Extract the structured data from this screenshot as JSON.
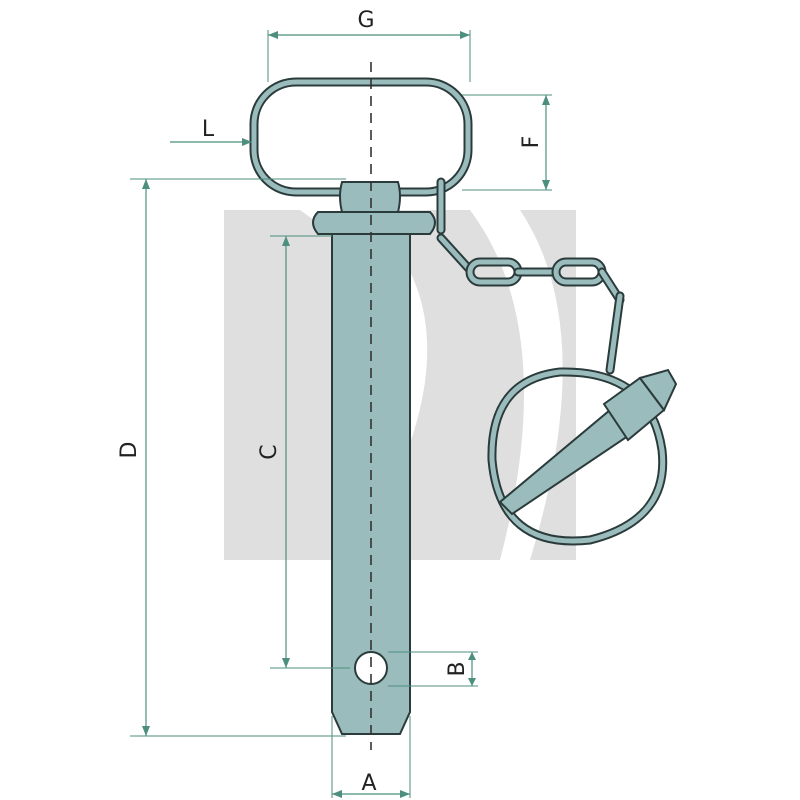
{
  "diagram": {
    "labels": {
      "a": "A",
      "b": "B",
      "c": "C",
      "d": "D",
      "f": "F",
      "g": "G",
      "l": "L"
    },
    "colors": {
      "dimension_line": "#4d8f7e",
      "steel": "#9bbcbc",
      "outline": "#2b3b3b",
      "watermark": "#d9d9d9"
    }
  }
}
